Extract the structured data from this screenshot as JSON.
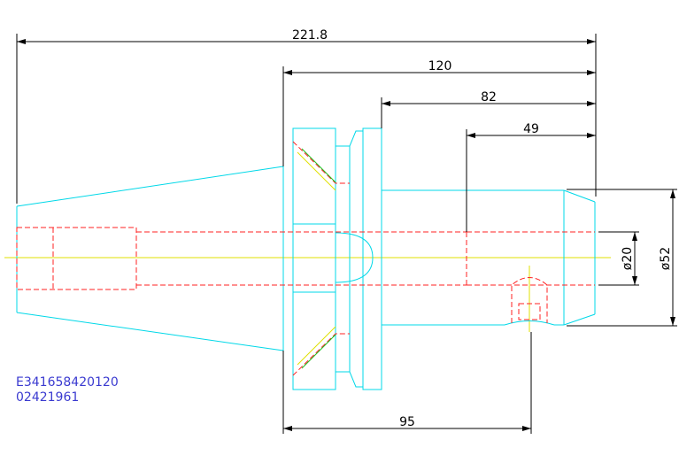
{
  "drawing": {
    "dimensions": {
      "overall_length": "221.8",
      "flange_to_end": "120",
      "collar_to_end": "82",
      "bore_depth": "49",
      "flange_to_screw": "95",
      "bore_diameter": "ø20",
      "nose_diameter": "ø52"
    },
    "part_code": {
      "line1": "E341658420120",
      "line2": "02421961"
    },
    "colors": {
      "outline": "#00d8e8",
      "hidden": "#ff2020",
      "center": "#e0e000",
      "dimension": "#000000",
      "text": "#3a3ad0"
    }
  }
}
